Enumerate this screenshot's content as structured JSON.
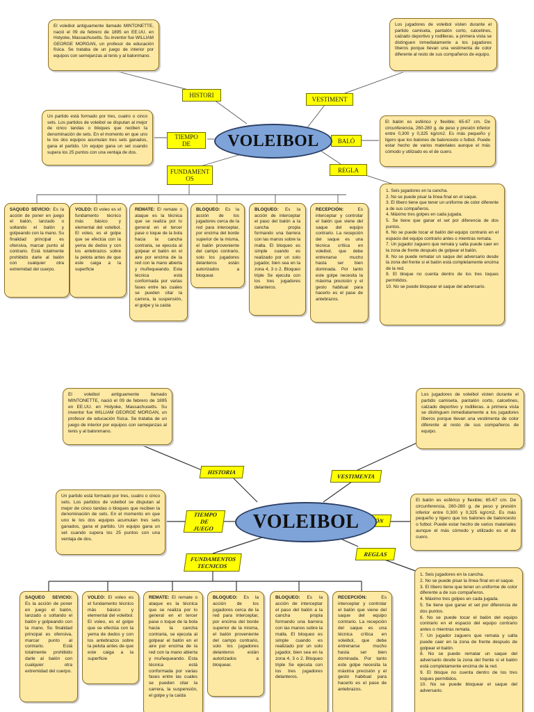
{
  "center_title": "VOLEIBOL",
  "top": {
    "tags": {
      "historia": "HISTORI",
      "vestimenta": "VESTIMENT",
      "tiempo": "TIEMPO DE",
      "balon": "BALÓ",
      "reglas": "REGLA",
      "fundamentos": "FUNDAMENT OS"
    }
  },
  "bottom": {
    "tags": {
      "historia": "HISTORIA",
      "vestimenta": "VESTIMENTA",
      "tiempo": "TIEMPO DE JUEGO",
      "balon": "BALÓN",
      "reglas": "REGLAS",
      "fundamentos": "FUNDAMENTOS TECNICOS"
    }
  },
  "notes": {
    "historia": "El voleibol antiguamente llamado MINTONETTE, nació el 09 de febrero de 1895 en EE.UU. en Holyoke, Massachusetts. Su inventor fue WILLIAM GEORGE MORGAN, un profesor de educación física. Se trataba de un juego de interior por equipos con semejanzas al tenis y al balonmano.",
    "vestimenta": "Los jugadores de voleibol visten durante el partido camiseta, pantalón corto, calcetines, calzado deportivo y rodilleras. a primera vista se distinguen inmediatamente a los jugadores líberos porque llevan una vestimenta de color diferente al resto de sus compañeros de equipo.",
    "tiempo": "Un partido está formado por tres, cuatro o cinco sets. Los partidos de voleibol se disputan al mejor de cinco tandas o bloques que reciben la denominación de sets. En el momento en que uno le los dos equipos acumulan tres sets ganados, gana el partido. Un equipo gana un set cuando supera los 25 puntos con una ventaja de dos.",
    "balon": "El balón es esférico y flexible; 65-67 cm. De circunferencia, 260-280 g. de peso y presión inferior entre 0,300 y 0,325 kg/cm2. Es más pequeño y ligero que los balones de baloncesto o futbol. Puede estar hecho de varios materiales aunque el más cómodo y utilizado es el de cuero.",
    "saque_title": "SAQUEO SEVICIO:",
    "saque": " Es la acción de poner en juego el balón, lanzado o soltando el balón y golpeando con la mano. Su finalidad principal es ofensiva, marcar punto al contrario. Está totalmente prohibido darle al balón con cualquier otra extremidad del cuerpo.",
    "voleo_title": "VOLEO:",
    "voleo": " El voleo es el fundamento técnico más básico y elemental del voleibol. El voleo, es el golpe que se efectúa con la yema de dedos y con los antebrazos sobre la pelota antes de que este caiga a la superficie",
    "remate_title": "REMATE:",
    "remate": " El remate o ataque es la técnica que se realiza por lo general en el tercer pase o toque de la bola hacia la cancha contraria, se ejecuta al golpear el balón en el aire por encima de la red con la mano abierta y muñequeando. Esta técnica está conformada por varias fases entre las cuales se pueden citar la carrera, la suspensión, el golpe y la caída",
    "bloqueo1_title": "BLOQUEO:",
    "bloqueo1": " Es la acción de los jugadores cerca de la red para interceptar, por encima del borde superior de la misma, el balón proveniente del campo contrario, solo los jugadores delanteros están autorizados a bloquear.",
    "bloqueo2_title": "BLOQUEO:",
    "bloqueo2": " Es la acción de interceptar el paso del balón a la cancha propia formando una barrera con las manos sobre la malla. El bloqueo es simple cuando es realizado por un solo jugador, bien sea en la zona 4, 3 o 2. Bloqueo triple Se ejecuta con los tres jugadores delanteros.",
    "recepcion_title": "RECEPCIÓN:",
    "recepcion": " Es interceptar y controlar el balón que viene del saque del equipo contrario. La recepción del saque es una técnica crítica en voleibol, que debe entrenarse mucho hasta ser bien dominada. Por tanto este golpe necesita la máxima precisión y el gesto habitual para hacerlo es el pase de antebrazos.",
    "reglas": [
      "1. Seis jugadores en la cancha.",
      "2. No se puede pisar la línea final en el saque.",
      "3. El líbero tiene que tener un uniforme de color diferente a de sus compañeros.",
      "4. Máximo tres golpes en cada jugada.",
      "5. Se tiene que ganar el set por diferencia de dos puntos.",
      "6. No se puede tocar el balón del equipo contrario en el espacio del equipo contrario antes o mientras remata.",
      "7. Un jugador zaguero que remata y salta puede caer en la zona de frente después de golpear el balón.",
      "8. No se puede rematar un saque del adversario desde la zona del frente si el balón está completamente encima de la red.",
      "9. El bloque no cuenta dentro de los tres toques permitidos.",
      "10. No se puede bloquear el saque del adversario."
    ]
  },
  "colors": {
    "note_fill": "#fde9a4",
    "tag_fill": "#ffff00",
    "center_fill": "#7ea3d9"
  }
}
